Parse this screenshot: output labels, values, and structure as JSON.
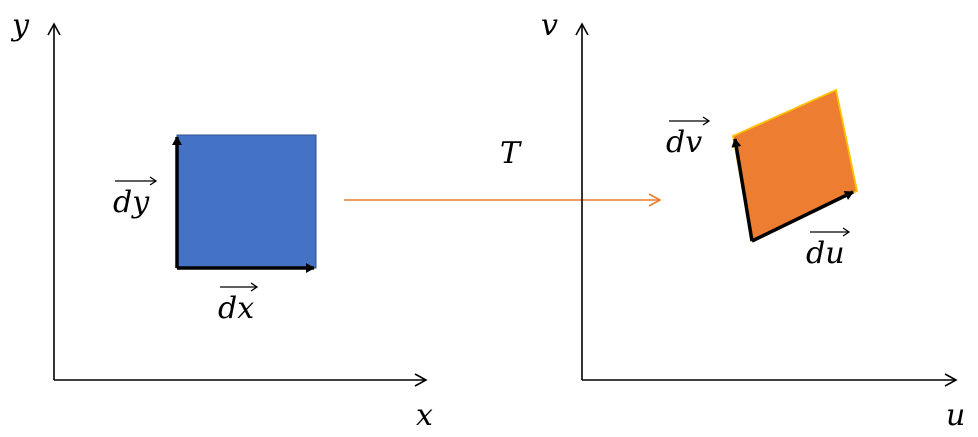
{
  "left_plot": {
    "x_axis_label": "x",
    "y_axis_label": "y",
    "square_color": "#4472C4",
    "vectors": {
      "dx_label": "dx",
      "dy_label": "dy"
    }
  },
  "transform": {
    "label": "T",
    "arrow_color": "#ED7D31"
  },
  "right_plot": {
    "x_axis_label": "u",
    "y_axis_label": "v",
    "parallelogram_color": "#ED7D31",
    "parallelogram_border": "#FFC000",
    "vectors": {
      "du_label": "du",
      "dv_label": "dv"
    }
  }
}
